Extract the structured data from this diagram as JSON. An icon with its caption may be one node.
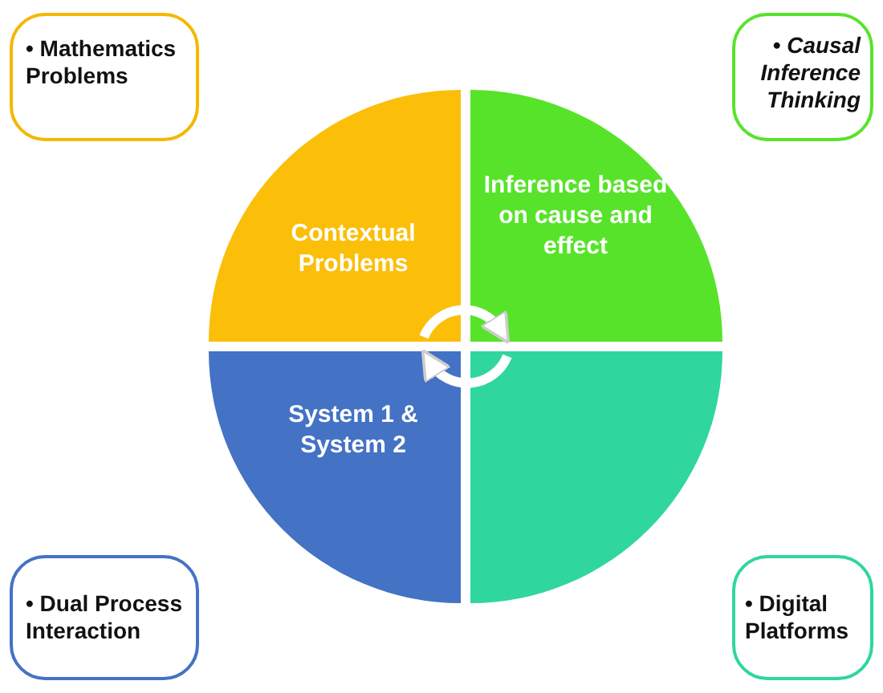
{
  "diagram": {
    "nodes": [
      {
        "text": [
          "• Mathematics Problems"
        ]
      },
      {
        "text": [
          "• Causal Inference Thinking"
        ]
      },
      {
        "text": [
          "Contextual Problems"
        ]
      },
      {
        "text": [
          "Inference based on cause and effect"
        ]
      },
      {
        "text": [
          "System 1 & System 2"
        ]
      },
      {
        "text": [],
        "shape": "quadrant"
      },
      {
        "text": [
          "• Dual Process Interaction"
        ]
      },
      {
        "text": [
          "• Digital Platforms"
        ]
      }
    ],
    "edges": [
      {
        "from": 2,
        "to": 3,
        "arrow": "to"
      },
      {
        "from": 5,
        "to": 4,
        "arrow": "to"
      }
    ]
  }
}
